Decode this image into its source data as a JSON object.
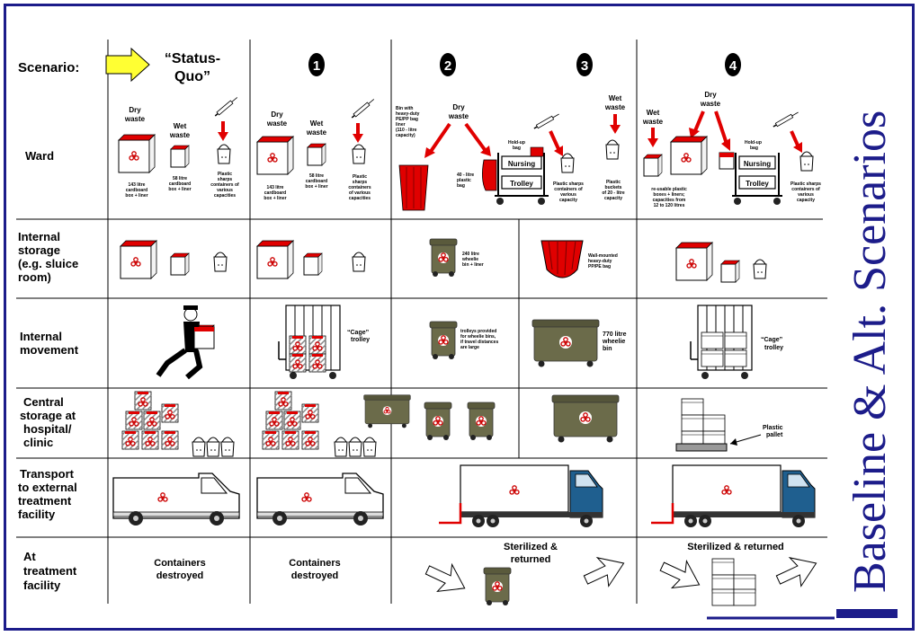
{
  "title": "Baseline & Alt. Scenarios",
  "header": {
    "scenario_label": "Scenario:",
    "status_quo": [
      "“Status-",
      "Quo”"
    ],
    "scenario_numbers": [
      "1",
      "2",
      "3",
      "4"
    ]
  },
  "rows": {
    "ward": "Ward",
    "internal_storage": [
      "Internal",
      "storage",
      "(e.g. sluice",
      "room)"
    ],
    "internal_movement": [
      "Internal",
      "movement"
    ],
    "central_storage": [
      "Central",
      "storage at",
      "hospital/",
      "clinic"
    ],
    "transport": [
      "Transport",
      "to external",
      "treatment",
      "facility"
    ],
    "treatment": [
      "At",
      "treatment",
      "facility"
    ]
  },
  "ward": {
    "dry_waste": [
      "Dry",
      "waste"
    ],
    "wet_waste": [
      "Wet",
      "waste"
    ],
    "sq_box_dry": [
      "143 litre",
      "cardboard",
      "box + liner"
    ],
    "sq_box_wet": [
      "58 litre",
      "cardboard",
      "box + liner"
    ],
    "sq_sharps": [
      "Plastic",
      "sharps",
      "containers of",
      "various",
      "capacities"
    ],
    "s1_box_dry": [
      "143 litre",
      "cardboard",
      "box + liner"
    ],
    "s1_box_wet": [
      "58 litre",
      "cardboard",
      "box + liner"
    ],
    "s1_sharps": [
      "Plastic",
      "sharps",
      "containers",
      "of various",
      "capacities"
    ],
    "s2_bin": [
      "Bin with",
      "heavy-duty",
      "PE/PP bag",
      "liner",
      "(110 - litre",
      "capacity)"
    ],
    "s2_bag": [
      "40 - litre",
      "plastic",
      "bag"
    ],
    "nursing": "Nursing",
    "trolley": "Trolley",
    "s3_small_label": [
      "Plastic sharps",
      "containers of",
      "various",
      "capacity"
    ],
    "s3_bucket": [
      "Plastic",
      "buckets",
      "of 20 - litre",
      "capacity"
    ],
    "s4_boxes": [
      "re-usable plastic",
      "boxes + liners;",
      "capacities from",
      "12 to 120 litres"
    ],
    "s4_small": [
      "Plastic sharps",
      "containers of",
      "various",
      "capacity"
    ],
    "hold_bag": [
      "Hold-up",
      "bag"
    ]
  },
  "storage": {
    "wheelie_240": [
      "240 litre",
      "wheelie",
      "bin + liner"
    ],
    "wall_bag": [
      "Wall-mounted",
      "heavy-duty",
      "PP/PE bag"
    ]
  },
  "movement": {
    "cage_trolley": [
      "“Cage”",
      "trolley"
    ],
    "trolleys_note": [
      "trolleys provided",
      "for wheelie bins,",
      "if travel distances",
      "are large"
    ],
    "wheelie_770": [
      "770 litre",
      "wheelie",
      "bin"
    ],
    "cage_trolley_4": [
      "“Cage”",
      "trolley"
    ]
  },
  "central": {
    "plastic_pallet": [
      "Plastic",
      "pallet"
    ]
  },
  "treatment": {
    "destroyed_sq": [
      "Containers",
      "destroyed"
    ],
    "destroyed_1": [
      "Containers",
      "destroyed"
    ],
    "sterilized_23": [
      "Sterilized &",
      "returned"
    ],
    "sterilized_4": "Sterilized & returned"
  },
  "colors": {
    "frame": "#1c1c8a",
    "title": "#1c1c8a",
    "biohazard_red": "#cc0000",
    "bin_green": "#6b6b4a",
    "arrow_yellow": "#ffff33",
    "truck_blue": "#1f5f8f"
  }
}
